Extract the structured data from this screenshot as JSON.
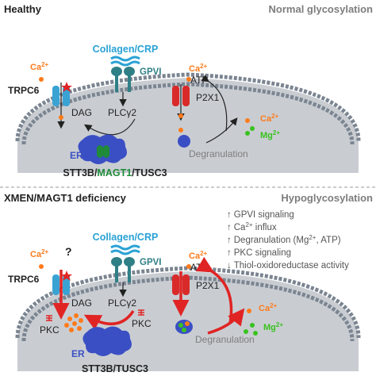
{
  "colors": {
    "cell_fill": "#c9cdd2",
    "membrane_head": "#7b8591",
    "trpc6": "#3aa3d4",
    "p2x1": "#d92a2a",
    "gpvi": "#2f7f86",
    "collagen": "#2aa2d5",
    "er_blue": "#3b4fc4",
    "er_green": "#1f8a3a",
    "calcium": "#ff7a1a",
    "magnesium": "#38c21f",
    "red_arrow": "#e02424",
    "text_gray": "#7d7d7d"
  },
  "top": {
    "title": "Healthy",
    "state": "Normal glycosylation",
    "ca_left": "Ca",
    "ca_left_sup": "2+",
    "trpc6": "TRPC6",
    "collagen": "Collagen/CRP",
    "gpvi": "GPVI",
    "dag": "DAG",
    "plc": "PLCγ2",
    "ca_right": "Ca",
    "ca_right_sup": "2+",
    "atp": "ATP",
    "p2x1": "P2X1",
    "ca_out": "Ca",
    "ca_out_sup": "2+",
    "mg_out": "Mg",
    "mg_out_sup": "2+",
    "er": "ER",
    "degranulation": "Degranulation",
    "complex_part1": "STT3B/",
    "complex_part2": "MAGT1",
    "complex_part3": "/TUSC3"
  },
  "bottom": {
    "title": "XMEN/MAGT1 deficiency",
    "state": "Hypoglycosylation",
    "effects": [
      {
        "arrow": "↑",
        "text": "GPVI signaling"
      },
      {
        "arrow": "↑",
        "text": "Ca",
        "sup": "2+",
        "after": " influx"
      },
      {
        "arrow": "↑",
        "text": "Degranulation (Mg",
        "sup": "2+",
        "after": ", ATP)"
      },
      {
        "arrow": "↑",
        "text": "PKC signaling"
      },
      {
        "arrow": "↓",
        "text": "Thiol-oxidoreductase  activity"
      }
    ],
    "ca_left": "Ca",
    "ca_left_sup": "2+",
    "question": "?",
    "trpc6": "TRPC6",
    "collagen": "Collagen/CRP",
    "gpvi": "GPVI",
    "dag": "DAG",
    "plc": "PLCγ2",
    "pkc_left": "PKC",
    "pkc_right": "PKC",
    "ca_right": "Ca",
    "ca_right_sup": "2+",
    "atp": "ATP",
    "p2x1": "P2X1",
    "ca_out": "Ca",
    "ca_out_sup": "2+",
    "mg_out": "Mg",
    "mg_out_sup": "2+",
    "er": "ER",
    "degranulation": "Degranulation",
    "complex": "STT3B/TUSC3"
  }
}
